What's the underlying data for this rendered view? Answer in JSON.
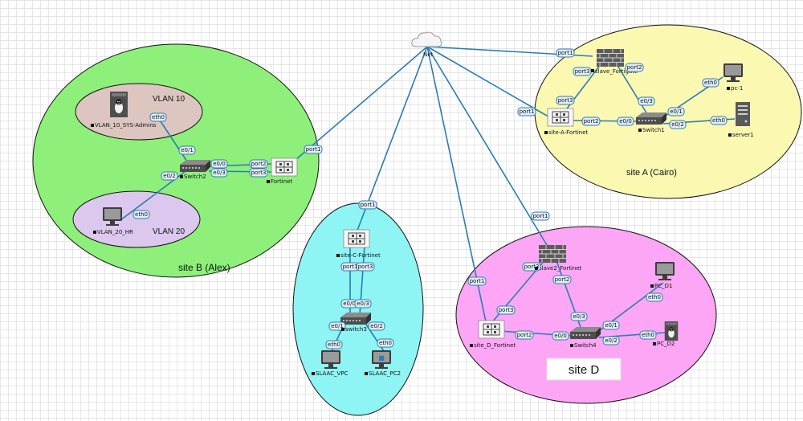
{
  "zones": {
    "site_b": "site B (Alex)",
    "vlan10": "VLAN 10",
    "vlan20": "VLAN 20",
    "site_a": "site A (Cairo)",
    "site_d": "site D"
  },
  "nodes": {
    "net": "Net",
    "slave_fortigate": "slave_Fortigate",
    "site_a_fortinet": "site-A-Fortinet",
    "switch1": "Switch1",
    "pc1": "pc-1",
    "server1": "server1",
    "vlan10_host": "VLAN_10_SYS-Admins",
    "switch2": "Switch2",
    "fortinet": "Fortinet",
    "vlan20_host": "VLAN_20_HR",
    "site_c_fortinet": "site-C-Fortinet",
    "switch3": "switch3",
    "slaac_vpc": "SLAAC_VPC",
    "slaac_pc2": "SLAAC_PC2",
    "slave2_fortinet": "slave2_Fortinet",
    "site_d_fortinet": "site_D_Fortinet",
    "switch4": "Switch4",
    "pc_d1": "PC_D1",
    "pc_d2": "PC_D2"
  },
  "ports": {
    "p_net_slave": "port1",
    "p_net_siteA": "port1",
    "p_net_fortinet": "port1",
    "p_net_siteC": "port1",
    "p_net_slave2": "port1",
    "p_net_siteD": "port1",
    "p_slave_port3": "port3",
    "p_slave_port2": "port2",
    "p_siteA_port3": "port3",
    "p_siteA_port2": "port2",
    "p_sw1_e00": "e0/0",
    "p_sw1_e03": "e0/3",
    "p_sw1_e01": "e0/1",
    "p_sw1_e02": "e0/2",
    "p_pc1_eth0": "eth0",
    "p_server1_eth0": "eth0",
    "p_vlan10_eth0": "eth0",
    "p_sw2_e01": "e0/1",
    "p_sw2_e02": "e0/2",
    "p_sw2_e00": "e0/0",
    "p_sw2_e03": "e0/3",
    "p_fort_port2": "port2",
    "p_fort_port3": "port3",
    "p_vlan20_eth0": "eth0",
    "p_siteC_port1": "port1",
    "p_siteC_port3": "port3",
    "p_sw3_e00": "e0/0",
    "p_sw3_e03": "e0/3",
    "p_sw3_e01": "e0/1",
    "p_sw3_e02": "e0/2",
    "p_slaacvpc_eth0": "eth0",
    "p_slaacpc2_eth0": "eth0",
    "p_slave2_port3": "port3",
    "p_slave2_port2": "port2",
    "p_siteD_port3": "port3",
    "p_siteD_port2": "port2",
    "p_sw4_e00": "e0/0",
    "p_sw4_e03": "e0/3",
    "p_sw4_e01": "e0/1",
    "p_sw4_e02": "e0/2",
    "p_pcd1_eth0": "eth0",
    "p_pcd2_eth0": "eth0"
  },
  "colors": {
    "site_b": "#8ef07a",
    "vlan10": "#ddc6c0",
    "vlan20": "#dcc8ee",
    "site_a": "#fbf8b2",
    "site_c": "#8ff4f4",
    "site_d": "#fda6f6",
    "link": "#2a7db3"
  }
}
